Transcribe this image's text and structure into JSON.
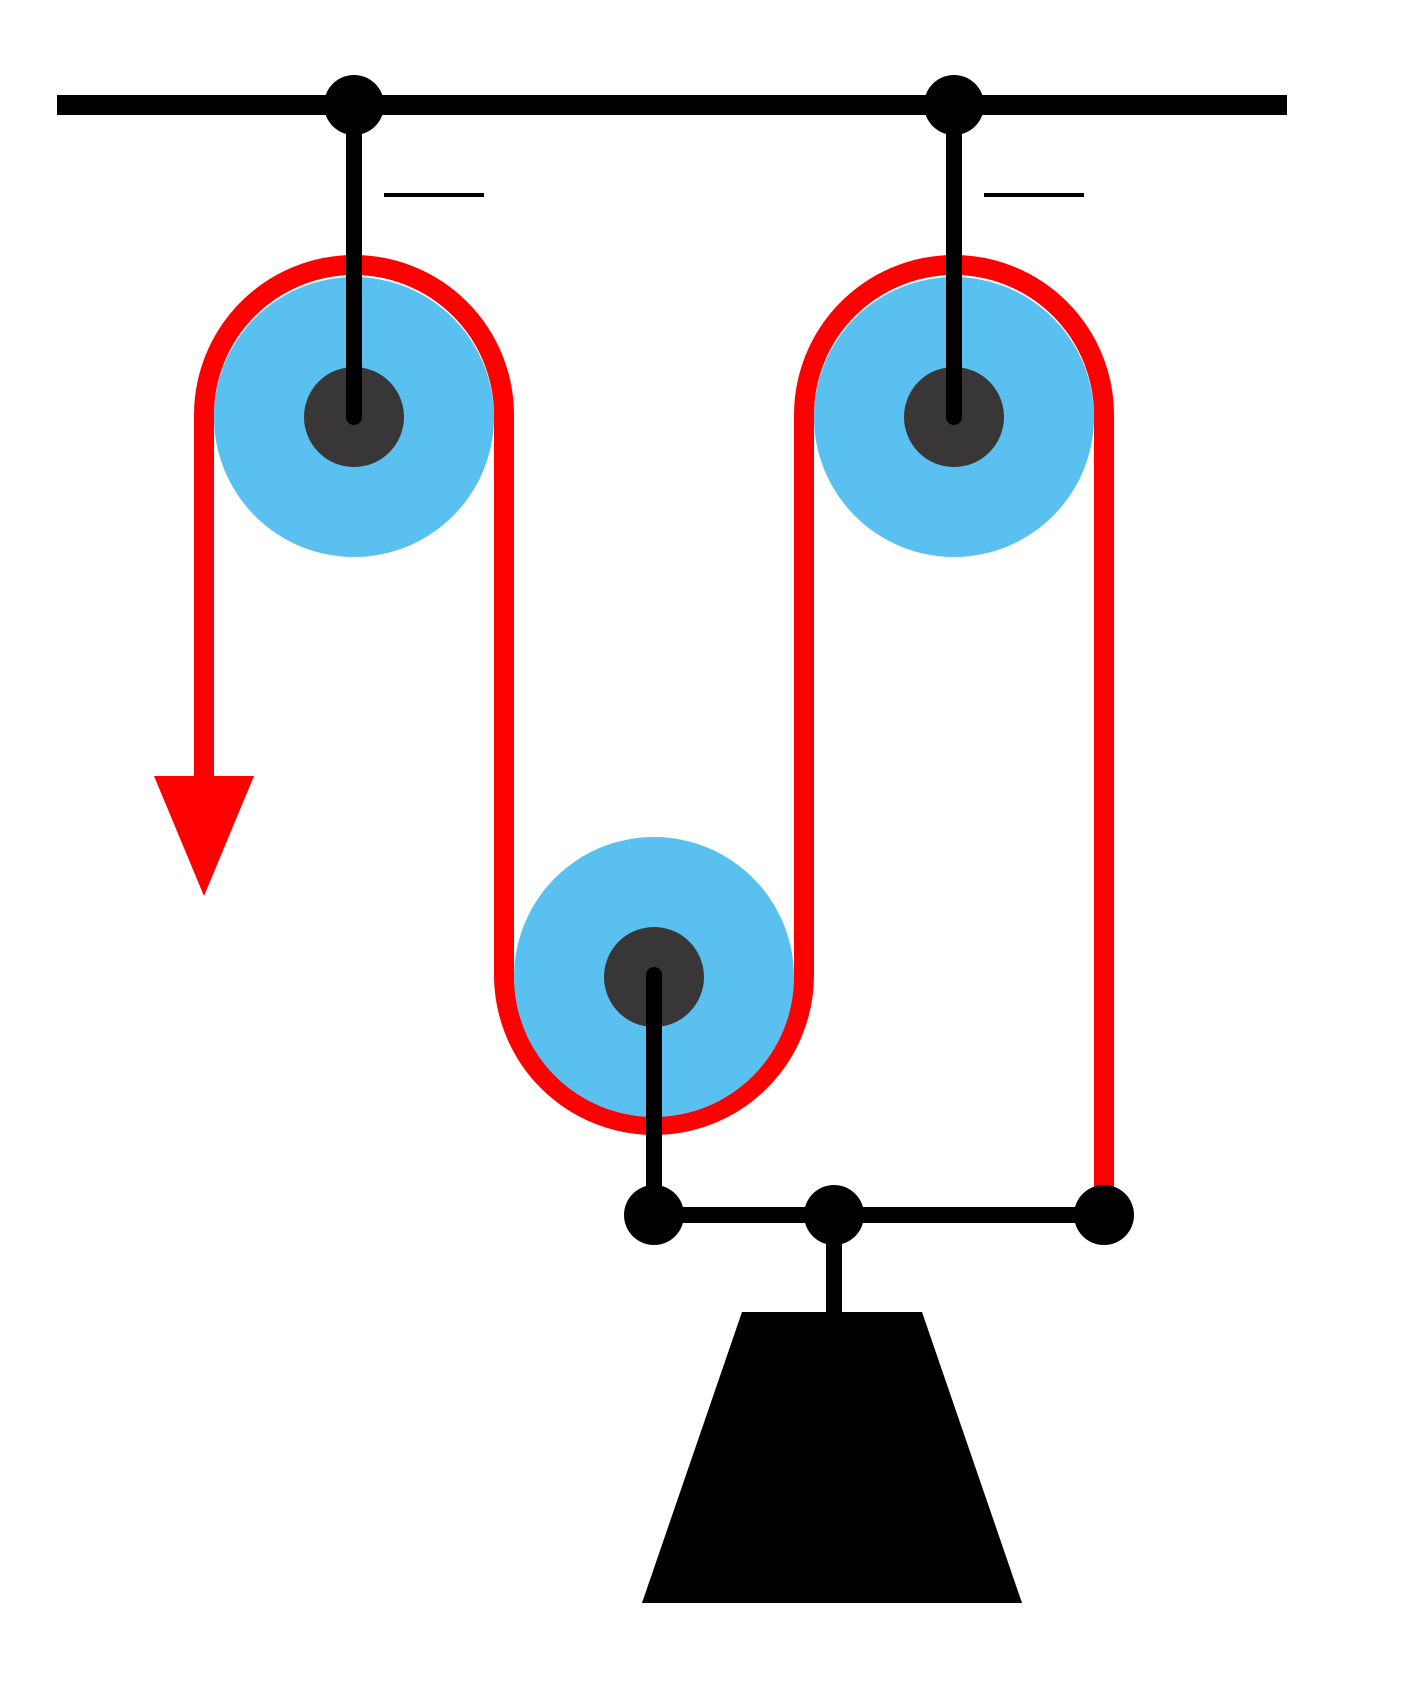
{
  "diagram": {
    "type": "pulley-system",
    "pulleys": [
      {
        "id": "fixed-left",
        "kind": "fixed"
      },
      {
        "id": "movable-center",
        "kind": "movable"
      },
      {
        "id": "fixed-right",
        "kind": "fixed"
      }
    ],
    "rope_direction": "down",
    "load_shape": "trapezoid-weight"
  },
  "colors": {
    "background": "#ffffff",
    "rope": "#ff0000",
    "pulley_wheel": "#5ac0ef",
    "pulley_hub": "#383636",
    "structure": "#000000",
    "load": "#000000"
  }
}
